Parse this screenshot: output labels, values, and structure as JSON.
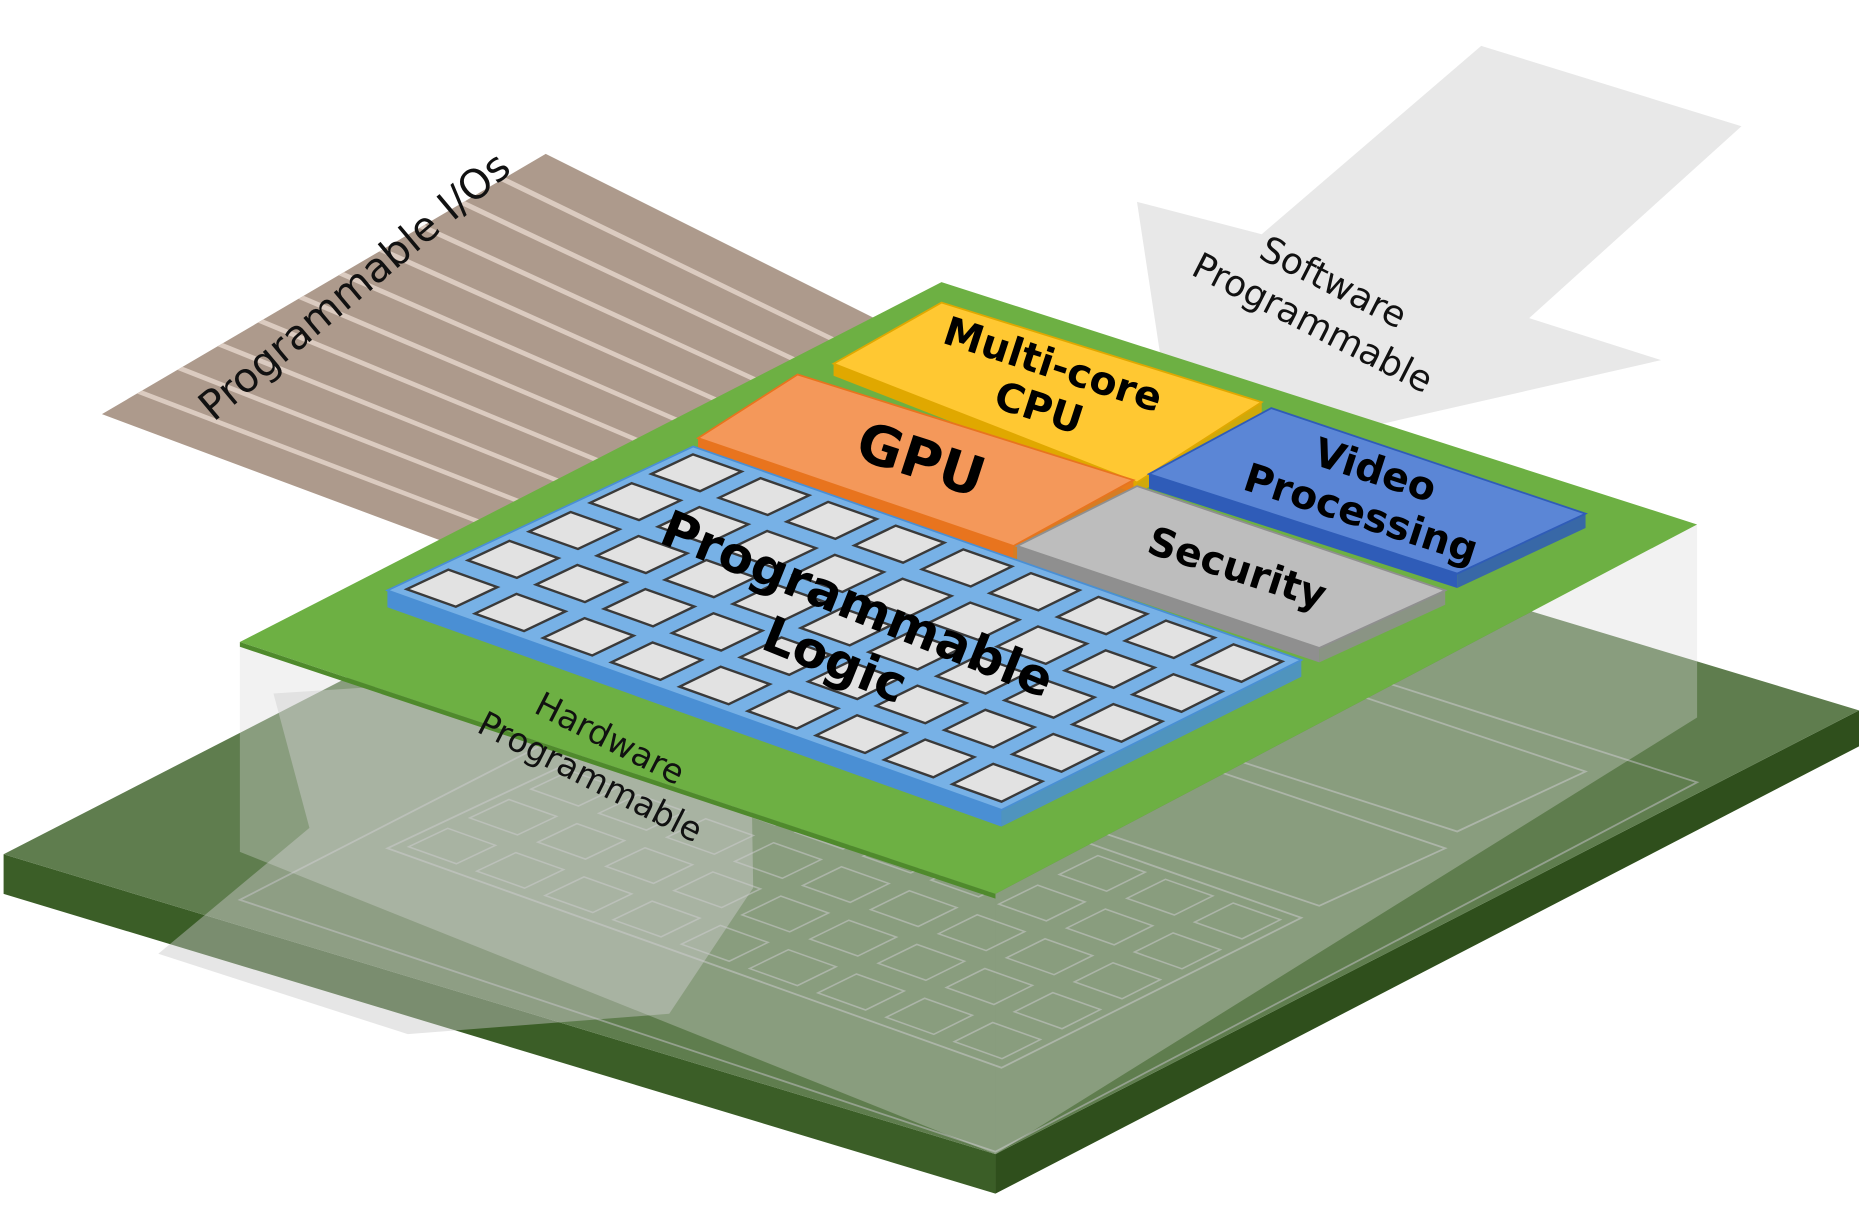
{
  "diagram": {
    "labels": {
      "programmable_ios": "Programmable I/Os",
      "software_line1": "Software",
      "software_line2": "Programmable",
      "hardware_line1": "Hardware",
      "hardware_line2": "Programmable"
    },
    "blocks": {
      "cpu": {
        "line1": "Multi-core",
        "line2": "CPU",
        "color": "#ffc832",
        "side": "#e0a800"
      },
      "gpu": {
        "line1": "GPU",
        "color": "#f4985a",
        "side": "#e8741e"
      },
      "video": {
        "line1": "Video",
        "line2": "Processing",
        "color": "#5b86d6",
        "side": "#2f5cb8"
      },
      "security": {
        "line1": "Security",
        "color": "#bdbdbd",
        "side": "#8f8f8f"
      },
      "logic": {
        "line1": "Programmable",
        "line2": "Logic",
        "color": "#77b1e6",
        "side": "#4a8fd4",
        "cell_color": "#e2e2e2",
        "rows": 5,
        "cols": 9
      }
    },
    "colors": {
      "board_top": "#5f7d4e",
      "board_side": "#35561f",
      "chip_plane": "#6db043",
      "io_stripe": "#ad9a8c",
      "io_stripe_light": "#dbcbc0",
      "arrow_gray": "#e6e6e6"
    }
  }
}
